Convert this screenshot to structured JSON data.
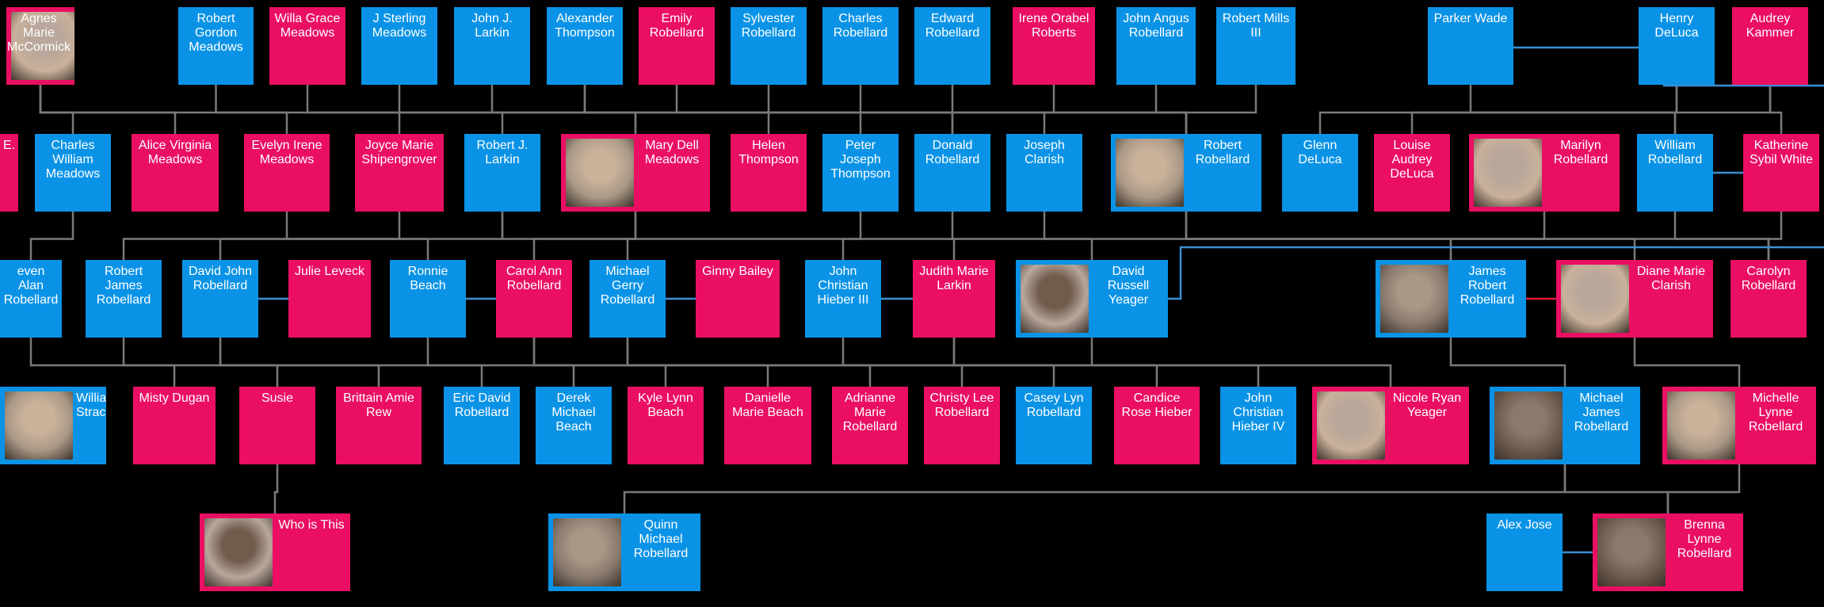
{
  "colors": {
    "male": "#0a93e6",
    "female": "#ea0f63",
    "line": "#7a7a7a",
    "line_male": "#3b8fd4",
    "line_female": "#e0173f",
    "background": "#000000"
  },
  "people": [
    {
      "id": "p1",
      "name": "Agnes Marie McCormick",
      "sex": "female",
      "photo": true
    },
    {
      "id": "p2",
      "name": "Robert Gordon Meadows",
      "sex": "male"
    },
    {
      "id": "p3",
      "name": "Willa Grace Meadows",
      "sex": "female"
    },
    {
      "id": "p4",
      "name": "J Sterling Meadows",
      "sex": "male"
    },
    {
      "id": "p5",
      "name": "John J. Larkin",
      "sex": "male"
    },
    {
      "id": "p6",
      "name": "Alexander Thompson",
      "sex": "male"
    },
    {
      "id": "p7",
      "name": "Emily Robellard",
      "sex": "female"
    },
    {
      "id": "p8",
      "name": "Sylvester Robellard",
      "sex": "male"
    },
    {
      "id": "p9",
      "name": "Charles Robellard",
      "sex": "male"
    },
    {
      "id": "p10",
      "name": "Edward Robellard",
      "sex": "male"
    },
    {
      "id": "p11",
      "name": "Irene Orabel Roberts",
      "sex": "female"
    },
    {
      "id": "p12",
      "name": "John Angus Robellard",
      "sex": "male"
    },
    {
      "id": "p13",
      "name": "Robert Mills III",
      "sex": "male"
    },
    {
      "id": "p14",
      "name": "Parker Wade",
      "sex": "male"
    },
    {
      "id": "p15",
      "name": "Henry DeLuca",
      "sex": "male"
    },
    {
      "id": "p16",
      "name": "Audrey Kammer",
      "sex": "female"
    },
    {
      "id": "q1",
      "name": "E.",
      "sex": "female"
    },
    {
      "id": "q2",
      "name": "Charles William Meadows",
      "sex": "male"
    },
    {
      "id": "q3",
      "name": "Alice Virginia Meadows",
      "sex": "female"
    },
    {
      "id": "q4",
      "name": "Evelyn Irene Meadows",
      "sex": "female"
    },
    {
      "id": "q5",
      "name": "Joyce Marie Shipengrover",
      "sex": "female"
    },
    {
      "id": "q6",
      "name": "Robert J. Larkin",
      "sex": "male"
    },
    {
      "id": "q7",
      "name": "Mary Dell Meadows",
      "sex": "female",
      "photo": true
    },
    {
      "id": "q8",
      "name": "Helen Thompson",
      "sex": "female"
    },
    {
      "id": "q9",
      "name": "Peter Joseph Thompson",
      "sex": "male"
    },
    {
      "id": "q10",
      "name": "Donald Robellard",
      "sex": "male"
    },
    {
      "id": "q11",
      "name": "Joseph Clarish",
      "sex": "male"
    },
    {
      "id": "q12",
      "name": "Robert Robellard",
      "sex": "male",
      "photo": true
    },
    {
      "id": "q13",
      "name": "Glenn DeLuca",
      "sex": "male"
    },
    {
      "id": "q14",
      "name": "Louise Audrey DeLuca",
      "sex": "female"
    },
    {
      "id": "q15",
      "name": "Marilyn Robellard",
      "sex": "female",
      "photo": true
    },
    {
      "id": "q16",
      "name": "William Robellard",
      "sex": "male"
    },
    {
      "id": "q17",
      "name": "Katherine Sybil White",
      "sex": "female"
    },
    {
      "id": "r1",
      "name": "even Alan Robellard",
      "sex": "male"
    },
    {
      "id": "r2",
      "name": "Robert James Robellard",
      "sex": "male"
    },
    {
      "id": "r3",
      "name": "David John Robellard",
      "sex": "male"
    },
    {
      "id": "r4",
      "name": "Julie Leveck",
      "sex": "female"
    },
    {
      "id": "r5",
      "name": "Ronnie Beach",
      "sex": "male"
    },
    {
      "id": "r6",
      "name": "Carol Ann Robellard",
      "sex": "female"
    },
    {
      "id": "r7",
      "name": "Michael Gerry Robellard",
      "sex": "male"
    },
    {
      "id": "r8",
      "name": "Ginny Bailey",
      "sex": "female"
    },
    {
      "id": "r9",
      "name": "John Christian Hieber III",
      "sex": "male"
    },
    {
      "id": "r10",
      "name": "Judith Marie Larkin",
      "sex": "female"
    },
    {
      "id": "r11",
      "name": "David Russell Yeager",
      "sex": "male",
      "photo": true
    },
    {
      "id": "r12",
      "name": "James Robert Robellard",
      "sex": "male",
      "photo": true
    },
    {
      "id": "r13",
      "name": "Diane Marie Clarish",
      "sex": "female",
      "photo": true
    },
    {
      "id": "r14",
      "name": "Carolyn Robellard",
      "sex": "female"
    },
    {
      "id": "s1",
      "name": "William Stracener",
      "sex": "male",
      "photo": true
    },
    {
      "id": "s2",
      "name": "Misty Dugan",
      "sex": "female"
    },
    {
      "id": "s3",
      "name": "Susie",
      "sex": "female"
    },
    {
      "id": "s4",
      "name": "Brittain Amie Rew",
      "sex": "female"
    },
    {
      "id": "s5",
      "name": "Eric David Robellard",
      "sex": "male"
    },
    {
      "id": "s6",
      "name": "Derek Michael Beach",
      "sex": "male"
    },
    {
      "id": "s7",
      "name": "Kyle Lynn Beach",
      "sex": "female"
    },
    {
      "id": "s8",
      "name": "Danielle Marie Beach",
      "sex": "female"
    },
    {
      "id": "s9",
      "name": "Adrianne Marie Robellard",
      "sex": "female"
    },
    {
      "id": "s10",
      "name": "Christy Lee Robellard",
      "sex": "female"
    },
    {
      "id": "s11",
      "name": "Casey Lyn Robellard",
      "sex": "male"
    },
    {
      "id": "s12",
      "name": "Candice Rose Hieber",
      "sex": "female"
    },
    {
      "id": "s13",
      "name": "John Christian Hieber IV",
      "sex": "male"
    },
    {
      "id": "s14",
      "name": "Nicole Ryan Yeager",
      "sex": "female",
      "photo": true
    },
    {
      "id": "s15",
      "name": "Michael James Robellard",
      "sex": "male",
      "photo": true
    },
    {
      "id": "s16",
      "name": "Michelle Lynne Robellard",
      "sex": "female",
      "photo": true
    },
    {
      "id": "t1",
      "name": "Who is This",
      "sex": "female",
      "photo": true
    },
    {
      "id": "t2",
      "name": "Quinn Michael Robellard",
      "sex": "male",
      "photo": true
    },
    {
      "id": "t3",
      "name": "Alex Jose",
      "sex": "male"
    },
    {
      "id": "t4",
      "name": "Brenna Lynne Robellard",
      "sex": "female",
      "photo": true
    }
  ]
}
